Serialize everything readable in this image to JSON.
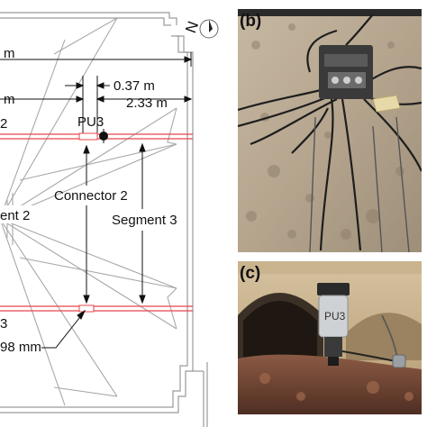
{
  "diagram": {
    "compass_label": "N",
    "dimensions": {
      "top_length": "m",
      "second_length": "m",
      "gap_short": "0.37 m",
      "gap_long": "2.33 m",
      "bottom_offset": "98 mm"
    },
    "labels": {
      "pu3": "PU3",
      "connector": "Connector 2",
      "segment_2": "ent 2",
      "segment_3": "Segment 3",
      "left_partial_top": "2",
      "left_partial_bottom": "3"
    },
    "colors": {
      "bar_red": "#e8454a",
      "line_gray": "#9a9a9a",
      "dim_black": "#111111"
    }
  },
  "photos": [
    {
      "label": "(b)",
      "subject": "junction-box-on-stone-wall"
    },
    {
      "label": "(c)",
      "subject": "sensor-pu3-on-rusty-pipe",
      "sensor_text": "PU3"
    }
  ]
}
